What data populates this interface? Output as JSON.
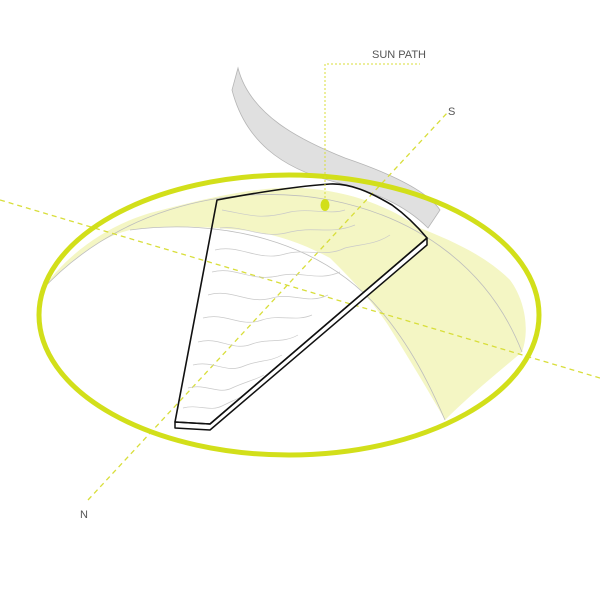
{
  "labels": {
    "sun_path": "SUN PATH",
    "south": "S",
    "north": "N"
  },
  "colors": {
    "sun_ring": "#d2df1a",
    "sun_band": "#f4f6c4",
    "sun_dot": "#d2df1a",
    "axis_line": "#d8de3a",
    "ribbon": "#e0e0e0",
    "ribbon_stroke": "#b5b5b5",
    "outline": "#111111",
    "contours": "#c9c9c9"
  },
  "icons": {
    "sun_marker": "sun-icon"
  }
}
